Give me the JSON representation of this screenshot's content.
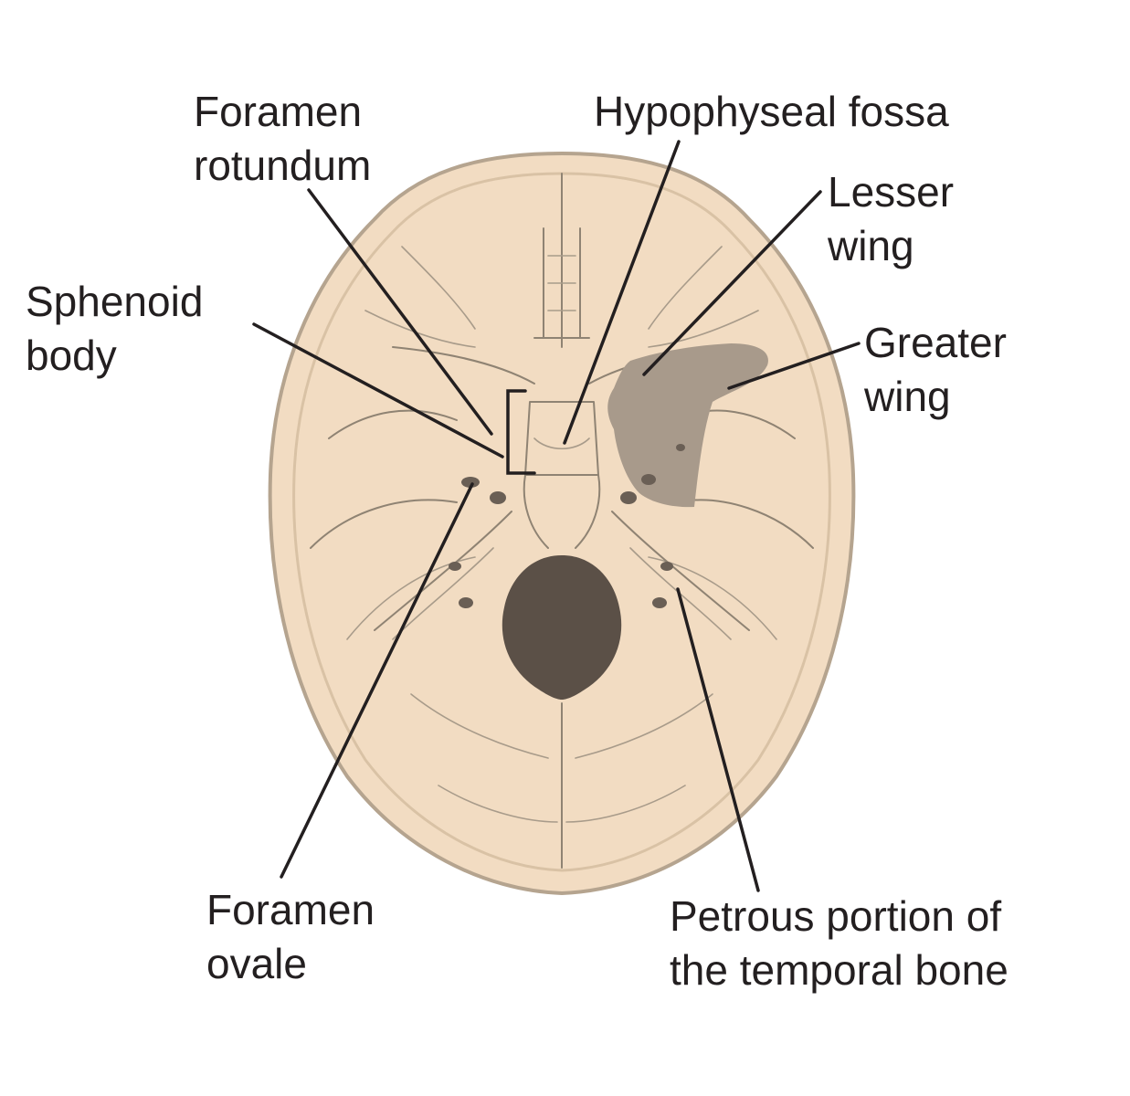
{
  "colors": {
    "bone_fill": "#f2dcc2",
    "bone_edge": "#e3c9aa",
    "outline": "#b5a48f",
    "greater_wing": "#a89a8b",
    "foramen_magnum": "#5b5047",
    "leader_line": "#231f20",
    "text": "#231f20"
  },
  "labels": {
    "foramen_rotundum": [
      "Foramen",
      "rotundum"
    ],
    "hypophyseal_fossa": [
      "Hypophyseal fossa"
    ],
    "lesser_wing": [
      "Lesser",
      "wing"
    ],
    "sphenoid_body": [
      "Sphenoid",
      "body"
    ],
    "greater_wing": [
      "Greater",
      "wing"
    ],
    "foramen_ovale": [
      "Foramen",
      "ovale"
    ],
    "petrous_portion": [
      "Petrous portion of",
      "the temporal bone"
    ]
  }
}
